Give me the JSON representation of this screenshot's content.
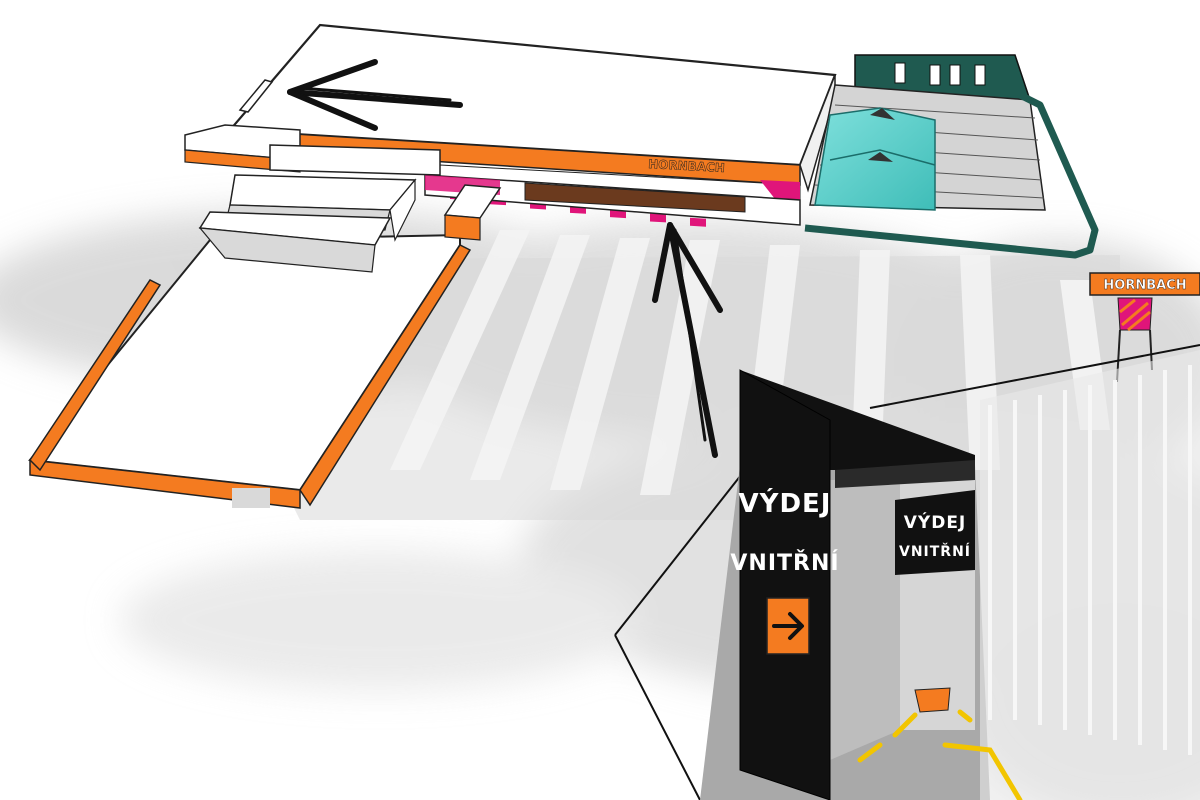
{
  "store": {
    "brand_roof": "HORNBACH",
    "brand_pylon": "HORNBACH"
  },
  "pickup_gate": {
    "sign_outer_line1": "VÝDEJ",
    "sign_outer_line2": "VNITŘNÍ",
    "sign_inner_line1": "VÝDEJ",
    "sign_inner_line2": "VNITŘNÍ"
  },
  "icons": {
    "direction_arrow": "arrow-right-icon",
    "route_arrow_left": "arrow-left-icon",
    "route_arrow_up": "arrow-up-icon"
  },
  "colors": {
    "brand_orange": "#f47b20",
    "signage_black": "#111111",
    "accent_magenta": "#e0157a",
    "glass_teal": "#5fd3d0",
    "building_green": "#1f5a50",
    "lane_yellow": "#f2c500",
    "loading_brown": "#6b3a1e"
  }
}
